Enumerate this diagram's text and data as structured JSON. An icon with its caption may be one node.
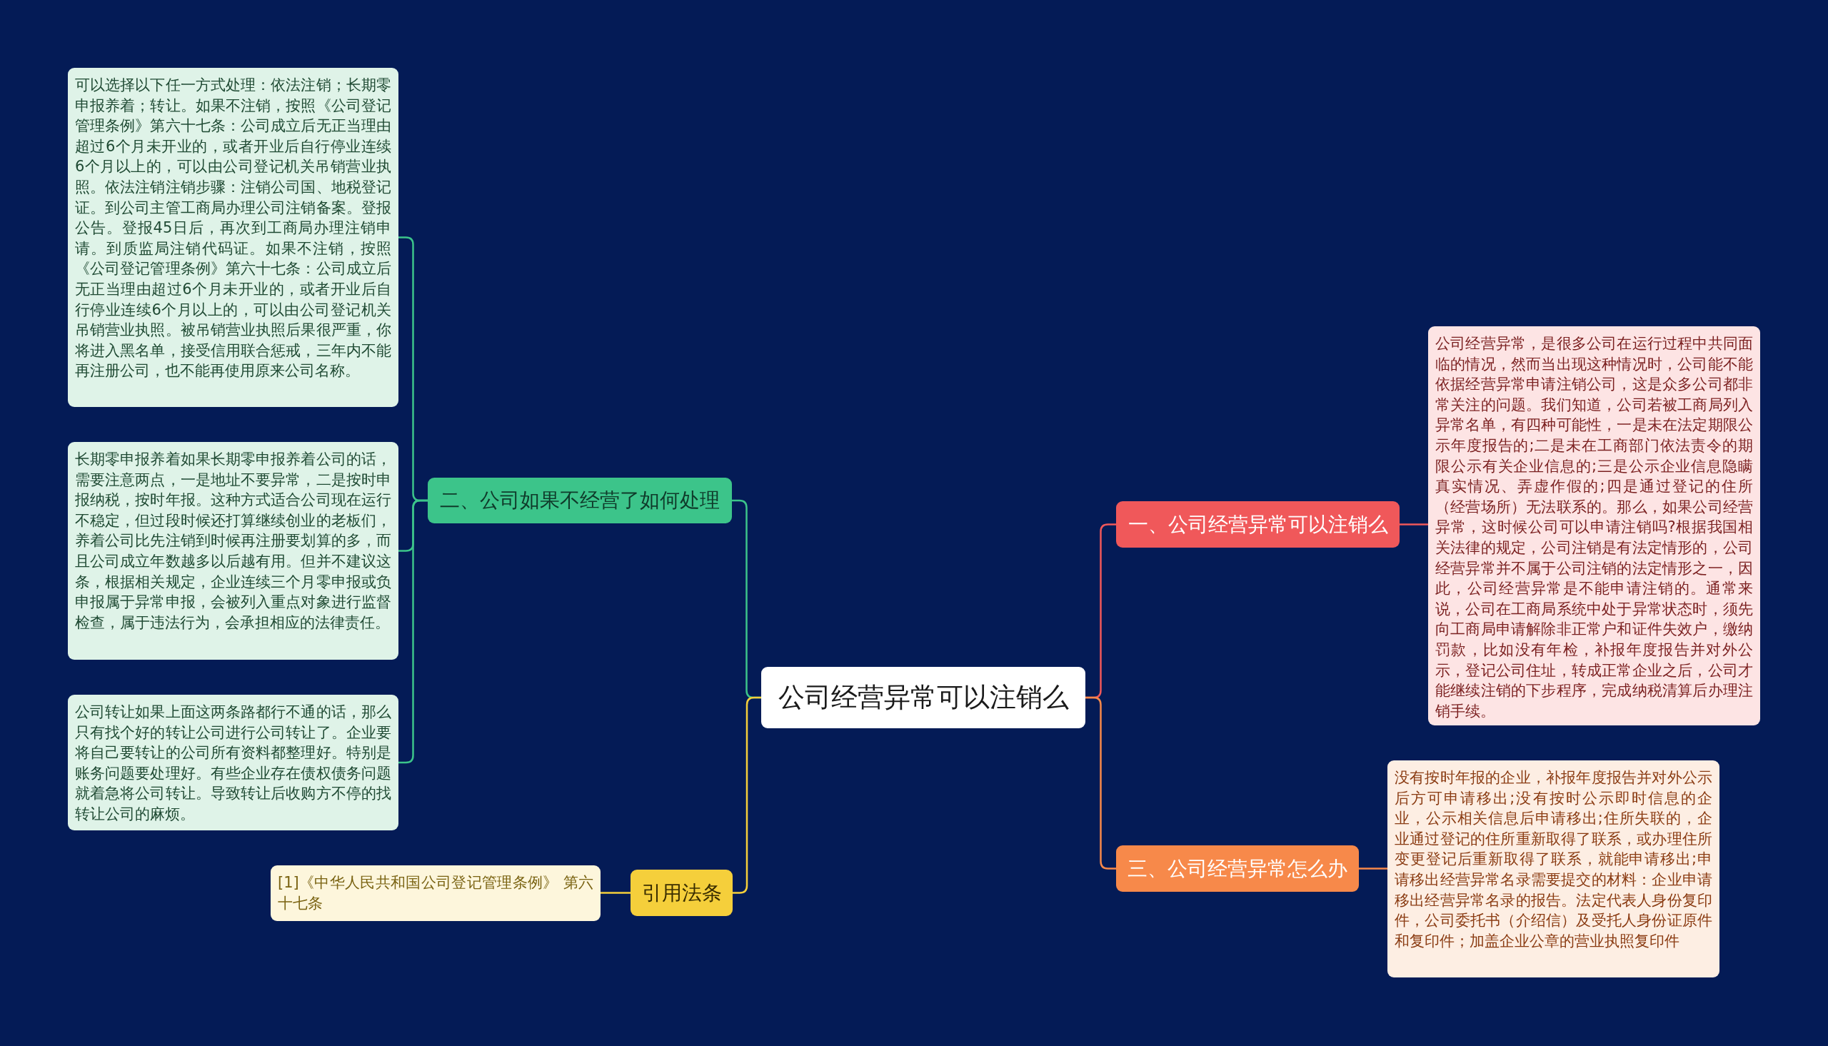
{
  "diagram": {
    "nodes": [
      {
        "text": [
          "公司经营异常可以注销么"
        ]
      },
      {
        "text": [
          "一、公司经营异常可以注销么"
        ]
      },
      {
        "text": [
          "公司经营异常，是很多公司在运行过程中共同面临的情况，然而当出现这种情况时，公司能不能依据经营异常申请注销公司，这是众多公司都非常关注的问题。我们知道，公司若被工商局列入异常名单，有四种可能性，一是未在法定期限公示年度报告的;二是未在工商部门依法责令的期限公示有关企业信息的;三是公示企业信息隐瞒真实情况、弄虚作假的;四是通过登记的住所（经营场所）无法联系的。那么，如果公司经营异常，这时候公司可以申请注销吗?根据我国相关法律的规定，公司注销是有法定情形的，公司经营异常并不属于公司注销的法定情形之一，因此，公司经营异常是不能申请注销的。通常来说，公司在工商局系统中处于异常状态时，须先向工商局申请解除非正常户和证件失效户，缴纳罚款，比如没有年检，补报年度报告并对外公示，登记公司住址，转成正常企业之后，公司才能继续注销的下步程序，完成纳税清算后办理注销手续。"
        ]
      },
      {
        "text": [
          "三、公司经营异常怎么办"
        ]
      },
      {
        "text": [
          "没有按时年报的企业，补报年度报告并对外公示后方可申请移出;没有按时公示即时信息的企业，公示相关信息后申请移出;住所失联的，企业通过登记的住所重新取得了联系，或办理住所变更登记后重新取得了联系，就能申请移出;申请移出经营异常名录需要提交的材料：企业申请移出经营异常名录的报告。法定代表人身份复印件，公司委托书（介绍信）及受托人身份证原件和复印件；加盖企业公章的营业执照复印件"
        ]
      },
      {
        "text": [
          "二、公司如果不经营了如何处理"
        ]
      },
      {
        "text": [
          "可以选择以下任一方式处理：依法注销；长期零申报养着；转让。如果不注销，按照《公司登记管理条例》第六十七条：公司成立后无正当理由超过6个月未开业的，或者开业后自行停业连续6个月以上的，可以由公司登记机关吊销营业执照。依法注销注销步骤：注销公司国、地税登记证。到公司主管工商局办理公司注销备案。登报公告。登报45日后，再次到工商局办理注销申请。到质监局注销代码证。如果不注销，按照《公司登记管理条例》第六十七条：公司成立后无正当理由超过6个月未开业的，或者开业后自行停业连续6个月以上的，可以由公司登记机关吊销营业执照。被吊销营业执照后果很严重，你将进入黑名单，接受信用联合惩戒，三年内不能再注册公司，也不能再使用原来公司名称。"
        ]
      },
      {
        "text": [
          "长期零申报养着如果长期零申报养着公司的话，需要注意两点，一是地址不要异常，二是按时申报纳税，按时年报。这种方式适合公司现在运行不稳定，但过段时候还打算继续创业的老板们，养着公司比先注销到时候再注册要划算的多，而且公司成立年数越多以后越有用。但并不建议这条，根据相关规定，企业连续三个月零申报或负申报属于异常申报，会被列入重点对象进行监督检查，属于违法行为，会承担相应的法律责任。"
        ]
      },
      {
        "text": [
          "公司转让如果上面这两条路都行不通的话，那么只有找个好的转让公司进行公司转让了。企业要将自己要转让的公司所有资料都整理好。特别是账务问题要处理好。有些企业存在债权债务问题就着急将公司转让。导致转让后收购方不停的找转让公司的麻烦。"
        ]
      },
      {
        "text": [
          "引用法条"
        ]
      },
      {
        "text": [
          "[1]《中华人民共和国公司登记管理条例》 第六十七条"
        ]
      }
    ],
    "edges": [
      {
        "from": 0,
        "to": 1,
        "arrow": "none",
        "color": "#f0585a"
      },
      {
        "from": 1,
        "to": 2,
        "arrow": "none",
        "color": "#f0585a"
      },
      {
        "from": 0,
        "to": 3,
        "arrow": "none",
        "color": "#f7894a"
      },
      {
        "from": 3,
        "to": 4,
        "arrow": "none",
        "color": "#f7894a"
      },
      {
        "from": 0,
        "to": 5,
        "arrow": "none",
        "color": "#3cc48a"
      },
      {
        "from": 5,
        "to": 6,
        "arrow": "none",
        "color": "#3cc48a"
      },
      {
        "from": 5,
        "to": 7,
        "arrow": "none",
        "color": "#3cc48a"
      },
      {
        "from": 5,
        "to": 8,
        "arrow": "none",
        "color": "#3cc48a"
      },
      {
        "from": 0,
        "to": 9,
        "arrow": "none",
        "color": "#f5cf3b"
      },
      {
        "from": 9,
        "to": 10,
        "arrow": "none",
        "color": "#f5cf3b"
      }
    ]
  }
}
